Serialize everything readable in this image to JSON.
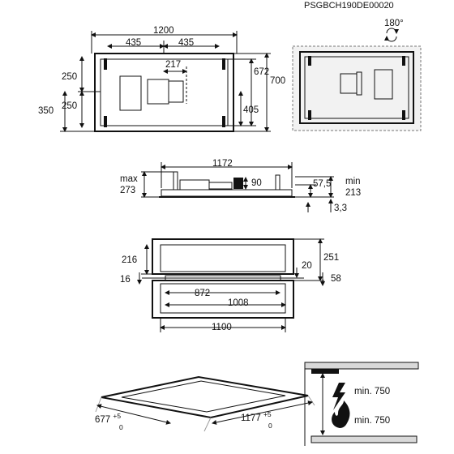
{
  "model_code": "PSGBCH190DE00020",
  "rotation_label": "180°",
  "top_view": {
    "width_total": "1200",
    "offset_left": "435",
    "offset_right": "435",
    "duct_offset": "217",
    "left_upper": "250",
    "left_lower": "250",
    "left_total": "350",
    "right_672": "672",
    "right_700": "700",
    "right_405": "405"
  },
  "side_view": {
    "width": "1172",
    "max_label": "max",
    "max_value": "273",
    "duct_height": "90",
    "gap": "57,5",
    "min_label": "min",
    "min_value": "213",
    "bottom": "3,3"
  },
  "section_view": {
    "left_216": "216",
    "left_16": "16",
    "right_251": "251",
    "right_20": "20",
    "right_58": "58",
    "inner_872": "872",
    "inner_1008": "1008",
    "outer_1100": "1100"
  },
  "cutout_view": {
    "depth": "677",
    "depth_tol_upper": "+5",
    "depth_tol_lower": "0",
    "width": "1177",
    "width_tol_upper": "+5",
    "width_tol_lower": "0"
  },
  "distance_view": {
    "electric_min": "min. 750",
    "gas_min": "min. 750"
  }
}
